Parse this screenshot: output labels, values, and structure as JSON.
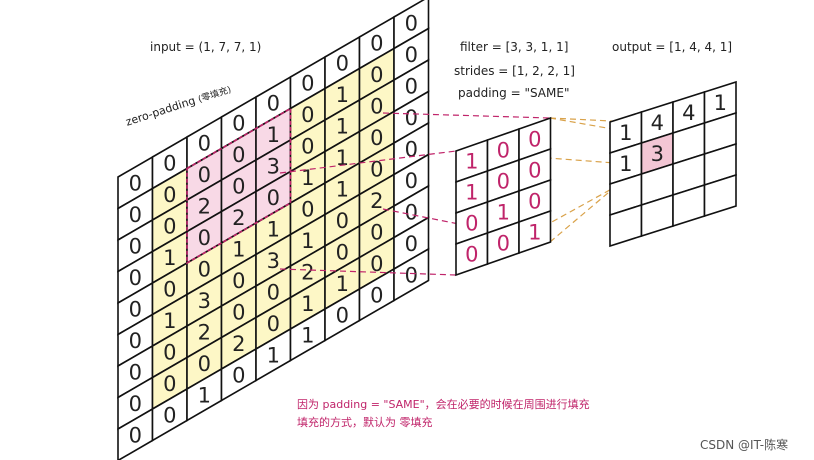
{
  "labels": {
    "input": "input = (1, 7, 7, 1)",
    "zero_padding": "zero-padding",
    "zero_padding_zh": "(零填充)",
    "filter": "filter = [3, 3, 1, 1]",
    "strides": "strides = [1, 2, 2, 1]",
    "padding": "padding = \"SAME\"",
    "output": "output = [1, 4, 4, 1]",
    "note_line1": "因为 padding = \"SAME\"，会在必要的时候在周围进行填充",
    "note_line2": "填充的方式，默认为 零填充"
  },
  "watermark": "CSDN @IT-陈寒",
  "colors": {
    "grid_line": "#111111",
    "padding_fill": "#fdf7c6",
    "window_fill": "#f8d9e6",
    "window_border": "#c0246a",
    "filter_text": "#c0246a",
    "filter_border": "#c0246a",
    "connector": "#d9a24a",
    "output_highlight": "#f3c6d4",
    "note_text": "#c0246a"
  },
  "input_grid": {
    "rows": [
      [
        0,
        0,
        0,
        0,
        0,
        0,
        0,
        0,
        0
      ],
      [
        0,
        0,
        0,
        0,
        1,
        0,
        1,
        0,
        0
      ],
      [
        0,
        0,
        2,
        0,
        3,
        0,
        1,
        0,
        0
      ],
      [
        0,
        1,
        0,
        2,
        0,
        1,
        1,
        0,
        0
      ],
      [
        0,
        0,
        0,
        1,
        1,
        0,
        1,
        0,
        0
      ],
      [
        0,
        1,
        3,
        0,
        3,
        1,
        0,
        2,
        0
      ],
      [
        0,
        0,
        2,
        0,
        0,
        2,
        0,
        0,
        0
      ],
      [
        0,
        0,
        0,
        2,
        0,
        1,
        1,
        0,
        0
      ],
      [
        0,
        0,
        1,
        0,
        1,
        1,
        0,
        0,
        0
      ]
    ],
    "highlight_window": {
      "row": 1,
      "col": 2,
      "size": 3
    }
  },
  "filter_grid": {
    "rows": [
      [
        1,
        0,
        0
      ],
      [
        1,
        0,
        0
      ],
      [
        0,
        1,
        0
      ],
      [
        0,
        0,
        1
      ]
    ]
  },
  "output_grid": {
    "rows": [
      [
        "1",
        "4",
        "4",
        "1"
      ],
      [
        "1",
        "3",
        "",
        ""
      ],
      [
        "",
        "",
        "",
        ""
      ],
      [
        "",
        "",
        "",
        ""
      ]
    ],
    "highlight_cell": {
      "row": 1,
      "col": 1
    }
  }
}
